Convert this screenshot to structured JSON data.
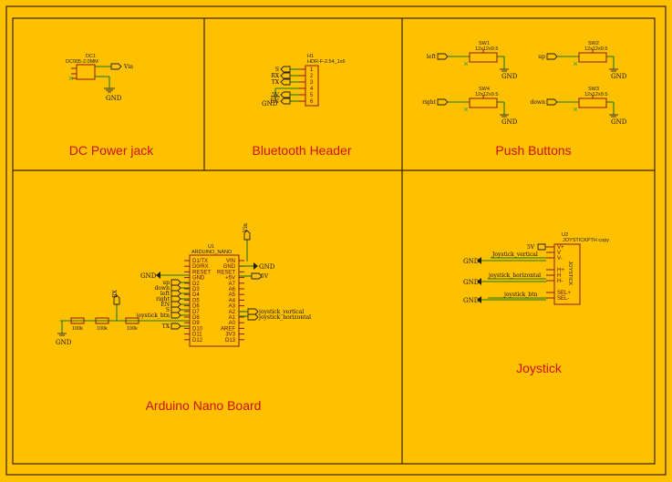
{
  "sections": {
    "dc_power": "DC Power jack",
    "bluetooth": "Bluetooth Header",
    "push_buttons": "Push Buttons",
    "arduino": "Arduino Nano Board",
    "joystick": "Joystick"
  },
  "dc": {
    "ref": "DC1",
    "value": "DC005-2.0MM",
    "net": "Vin",
    "gnd": "GND"
  },
  "bt": {
    "ref": "H1",
    "value": "HDR-F-2.54_1x6",
    "nets": [
      "S",
      "RX",
      "TX",
      "",
      "5V",
      "EN"
    ],
    "pins": [
      "1",
      "2",
      "3",
      "4",
      "5",
      "6"
    ],
    "gnd": "GND"
  },
  "switches": [
    {
      "ref": "SW1",
      "value": "12x12x9.5",
      "net": "left",
      "gnd": "GND"
    },
    {
      "ref": "SW2",
      "value": "12x12x9.5",
      "net": "up",
      "gnd": "GND"
    },
    {
      "ref": "SW4",
      "value": "12x12x9.5",
      "net": "right",
      "gnd": "GND"
    },
    {
      "ref": "SW3",
      "value": "12x12x9.5",
      "net": "down",
      "gnd": "GND"
    }
  ],
  "nano": {
    "ref": "U1",
    "value": "ARDUINO_NANO",
    "left_pins": [
      "D1/TX",
      "D0/RX",
      "RESET",
      "GND",
      "D2",
      "D3",
      "D4",
      "D5",
      "D6",
      "D7",
      "D8",
      "D9",
      "D10",
      "D11",
      "D12"
    ],
    "right_pins": [
      "VIN",
      "GND",
      "RESET",
      "+5V",
      "A7",
      "A6",
      "A5",
      "A4",
      "A3",
      "A2",
      "A1",
      "A0",
      "AREF",
      "3V3",
      "D13"
    ],
    "left_nets": [
      "GND",
      "up",
      "down",
      "left",
      "right",
      "EN",
      "S",
      "joystick_btn",
      "TX"
    ],
    "right_nets": [
      "Vin",
      "GND",
      "5V",
      "joystick_vertical",
      "joystick_horizontal"
    ],
    "rx_net": "RX",
    "resistors": [
      "100k",
      "100k",
      "100k"
    ],
    "gnd": "GND"
  },
  "joy": {
    "ref": "U2",
    "value": "JOYSTICKPTH copy",
    "body_label": "JOYSTICK",
    "pins": [
      "V+",
      "V",
      "V-",
      "H+",
      "H",
      "H-",
      "SEL+",
      "SEL-"
    ],
    "nets": [
      "5V",
      "Joystick_vertical",
      "joystick_horizontal",
      "joystick_btn"
    ],
    "gnd": "GND"
  }
}
